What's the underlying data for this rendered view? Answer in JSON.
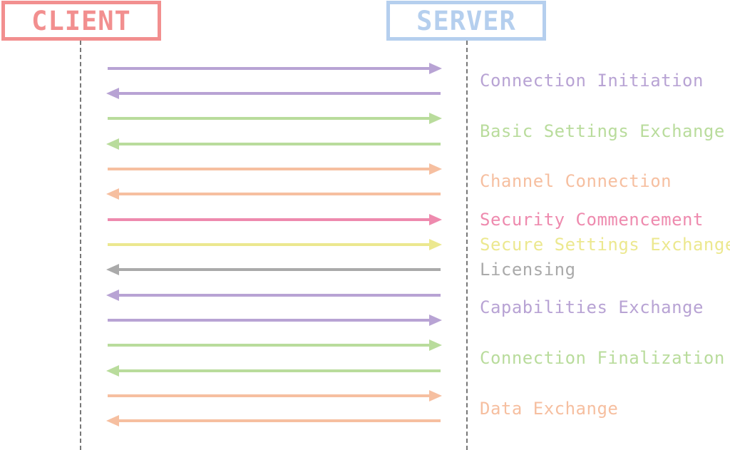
{
  "client": {
    "label": "CLIENT",
    "color": "#f28f8f"
  },
  "server": {
    "label": "SERVER",
    "color": "#b5cfee"
  },
  "colors": {
    "purple": "#b8a3d4",
    "green": "#b9dc9c",
    "orange": "#f6bfa0",
    "pink": "#ee8aae",
    "yellow": "#ece88f",
    "gray": "#aaaaaa"
  },
  "messages": [
    {
      "direction": "to-server",
      "color": "purple"
    },
    {
      "direction": "to-client",
      "color": "purple"
    },
    {
      "direction": "to-server",
      "color": "green"
    },
    {
      "direction": "to-client",
      "color": "green"
    },
    {
      "direction": "to-server",
      "color": "orange"
    },
    {
      "direction": "to-client",
      "color": "orange"
    },
    {
      "direction": "to-server",
      "color": "pink"
    },
    {
      "direction": "to-server",
      "color": "yellow"
    },
    {
      "direction": "to-client",
      "color": "gray"
    },
    {
      "direction": "to-client",
      "color": "purple"
    },
    {
      "direction": "to-server",
      "color": "purple"
    },
    {
      "direction": "to-server",
      "color": "green"
    },
    {
      "direction": "to-client",
      "color": "green"
    },
    {
      "direction": "to-server",
      "color": "orange"
    },
    {
      "direction": "to-client",
      "color": "orange"
    }
  ],
  "phases": [
    {
      "label": "Connection Initiation",
      "color": "purple"
    },
    {
      "label": "Basic Settings Exchange",
      "color": "green"
    },
    {
      "label": "Channel Connection",
      "color": "orange"
    },
    {
      "label": "Security Commencement",
      "color": "pink"
    },
    {
      "label": "Secure Settings Exchange",
      "color": "yellow"
    },
    {
      "label": "Licensing",
      "color": "gray"
    },
    {
      "label": "Capabilities Exchange",
      "color": "purple"
    },
    {
      "label": "Connection Finalization",
      "color": "green"
    },
    {
      "label": "Data Exchange",
      "color": "orange"
    }
  ]
}
